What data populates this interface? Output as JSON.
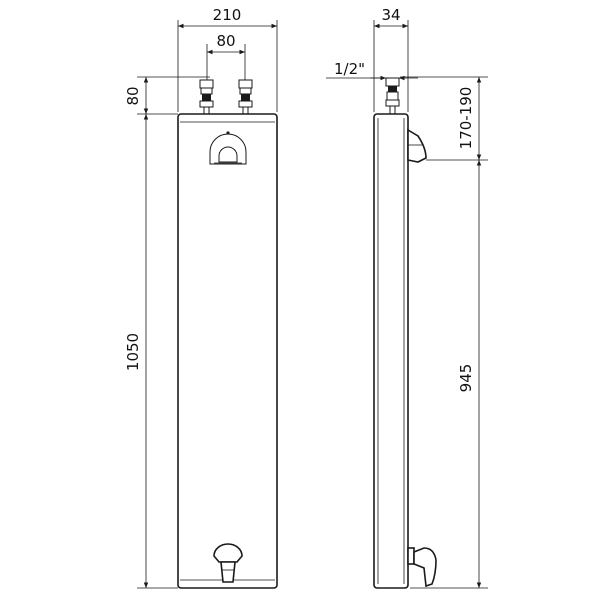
{
  "dimensions": {
    "overall_width": "210",
    "inlet_spacing": "80",
    "inlet_height": "80",
    "total_height": "1050",
    "side_depth": "34",
    "thread_size": "1/2\"",
    "head_range": "170-190",
    "outlet_height": "945"
  }
}
